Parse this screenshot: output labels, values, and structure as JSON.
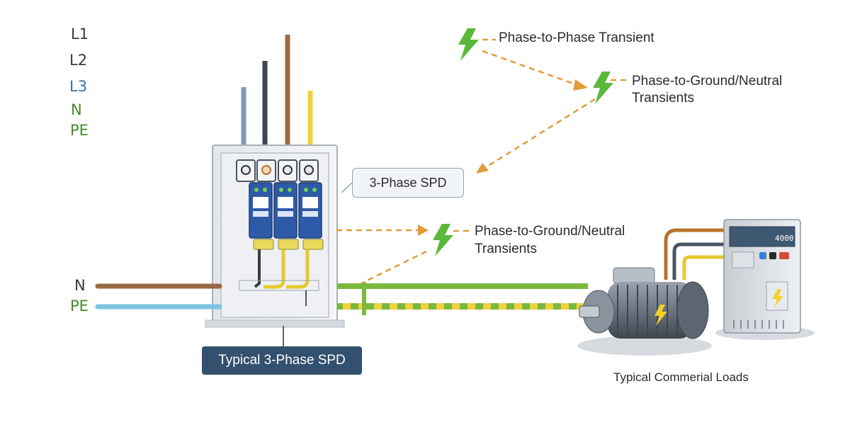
{
  "supply_lines": {
    "l1": "L1",
    "l2": "L2",
    "l3": "L3",
    "n": "N",
    "pe": "PE"
  },
  "load_lines": {
    "n": "N",
    "pe": "PE"
  },
  "callouts": {
    "phase_to_phase": "Phase-to-Phase Transient",
    "phase_to_ground_top_line1": "Phase-to-Ground/Neutral",
    "phase_to_ground_top_line2": "Transients",
    "phase_to_ground_mid_line1": "Phase-to-Ground/Neutral",
    "phase_to_ground_mid_line2": "Transients"
  },
  "panel": {
    "spd_label": "3-Phase SPD",
    "caption": "Typical 3-Phase SPD"
  },
  "loads": {
    "caption": "Typical Commerial Loads",
    "meter_display": "4000"
  },
  "colors": {
    "l1": "#9a6a44",
    "l2": "#3b4654",
    "l3": "#6f8aa3",
    "neutral": "#7ab840",
    "pe": "#f0d23a",
    "arrow": "#e39a3a",
    "lightning": "#5bb83a",
    "spd_module": "#2f5aa8",
    "caption_box": "#33516e"
  }
}
